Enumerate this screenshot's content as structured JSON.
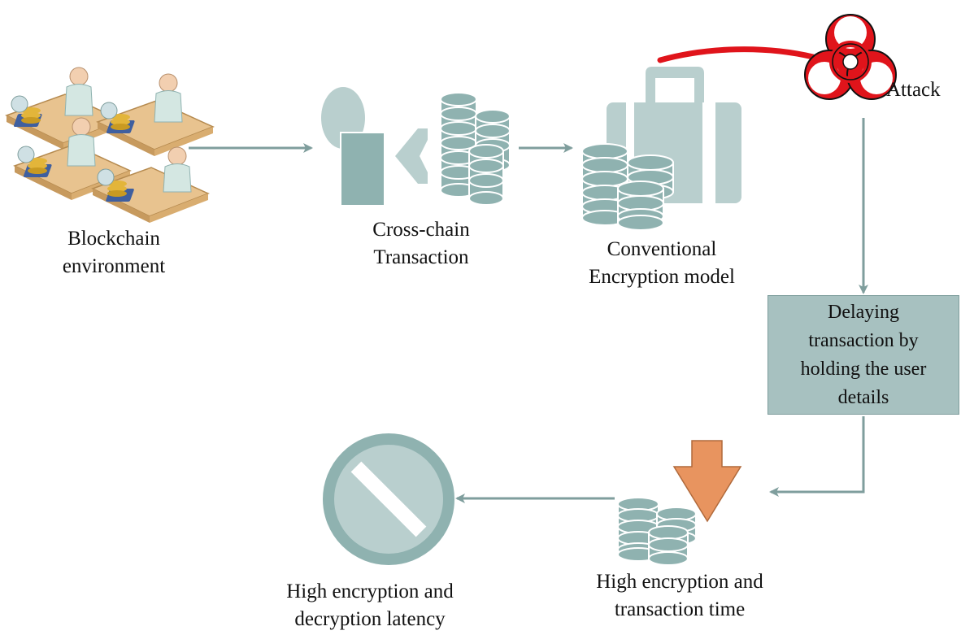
{
  "nodes": {
    "blockchain": {
      "lines": [
        "Blockchain",
        "environment"
      ]
    },
    "cross_chain": {
      "lines": [
        "Cross-chain",
        "Transaction"
      ]
    },
    "conventional": {
      "lines": [
        "Conventional",
        "Encryption model"
      ]
    },
    "attack": {
      "label": "Attack"
    },
    "delaying": {
      "lines": [
        "Delaying",
        "transaction by",
        "holding the user",
        "details"
      ]
    },
    "high_transaction": {
      "lines": [
        "High encryption and",
        "transaction time"
      ]
    },
    "high_latency": {
      "lines": [
        "High encryption and",
        "decryption latency"
      ]
    }
  },
  "icons": {
    "workstations": "people-at-desks-icon",
    "cross_chain": "server-transfer-icon",
    "conventional": "briefcase-database-icon",
    "attack": "biohazard-icon",
    "high_transaction": "database-down-arrow-icon",
    "high_latency": "prohibited-icon"
  },
  "colors": {
    "teal": "#8fb2b0",
    "teal_dark": "#7a9e9c",
    "teal_light": "#b9cfce",
    "arrow": "#7f9e9d",
    "attack_red": "#e0141b",
    "down_arrow": "#e8945f",
    "box_fill": "#a7c1c0"
  }
}
